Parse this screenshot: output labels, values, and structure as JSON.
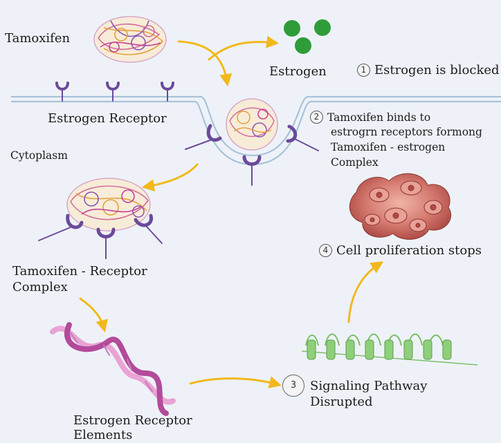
{
  "labels": {
    "tamoxifen": "Tamoxifen",
    "estrogen": "Estrogen",
    "estrogen_receptor": "Estrogen Receptor",
    "cytoplasm": "Cytoplasm",
    "complex_line1": "Tamoxifen - Receptor",
    "complex_line2": "Complex",
    "ere_line1": "Estrogen Receptor",
    "ere_line2": "Elements"
  },
  "steps": [
    {
      "number": "1",
      "lines": [
        "Estrogen is blocked"
      ]
    },
    {
      "number": "2",
      "lines": [
        "Tamoxifen binds to",
        "estrogrn receptors formong",
        "Tamoxifen - estrogen",
        "Complex"
      ]
    },
    {
      "number": "3",
      "lines": [
        "Signaling Pathway",
        "Disrupted"
      ]
    },
    {
      "number": "4",
      "lines": [
        "Cell proliferation stops"
      ]
    }
  ],
  "colors": {
    "background": "#eef2f8",
    "arrow": "#f2b81d",
    "estrogen": "#2f9c3a",
    "receptor": "#6b4a9a",
    "membrane": "#a8c3d8",
    "dna_a": "#b34b9a",
    "dna_b": "#e9a3d4",
    "pathway": "#7dbf6a",
    "cells": "#c9605c"
  },
  "icons": [
    "tamoxifen-molecule-icon",
    "estrogen-molecule-icon",
    "receptor-icon",
    "dna-helix-icon",
    "signaling-protein-icon",
    "cancer-cells-icon"
  ]
}
